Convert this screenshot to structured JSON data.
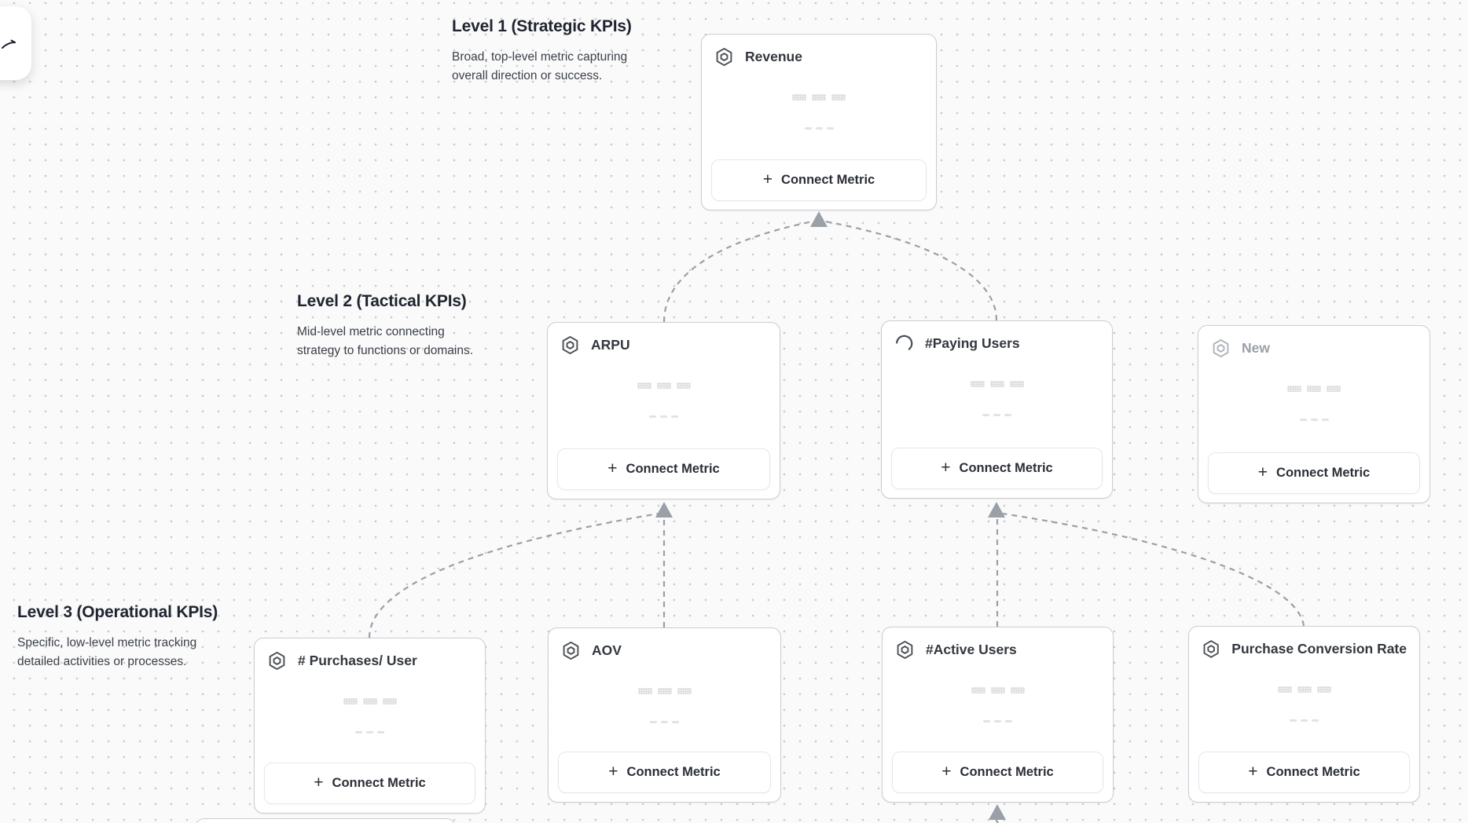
{
  "canvas": {
    "background": "#fafafa",
    "dot_color": "#cbcbcb",
    "connector_color": "#9aa0a8"
  },
  "levels": [
    {
      "title": "Level 1 (Strategic KPIs)",
      "description": "Broad, top-level metric capturing overall direction or success."
    },
    {
      "title": "Level 2 (Tactical KPIs)",
      "description": "Mid-level metric connecting strategy to functions or domains."
    },
    {
      "title": "Level 3 (Operational KPIs)",
      "description": "Specific, low-level metric tracking detailed activities or processes."
    }
  ],
  "cards": [
    {
      "title": "Revenue",
      "icon": "hexagon-metric-icon",
      "level": 1,
      "state": "normal"
    },
    {
      "title": "ARPU",
      "icon": "hexagon-metric-icon",
      "level": 2,
      "state": "normal"
    },
    {
      "title": "#Paying Users",
      "icon": "spinner-icon",
      "level": 2,
      "state": "loading"
    },
    {
      "title": "New",
      "icon": "hexagon-metric-icon",
      "level": 2,
      "state": "draft"
    },
    {
      "title": "# Purchases/ User",
      "icon": "hexagon-metric-icon",
      "level": 3,
      "state": "normal"
    },
    {
      "title": "AOV",
      "icon": "hexagon-metric-icon",
      "level": 3,
      "state": "normal"
    },
    {
      "title": "#Active Users",
      "icon": "hexagon-metric-icon",
      "level": 3,
      "state": "normal"
    },
    {
      "title": "Purchase Conversion Rate",
      "icon": "hexagon-metric-icon",
      "level": 3,
      "state": "normal"
    }
  ],
  "labels": {
    "connect_metric": "Connect Metric",
    "plus": "+"
  }
}
